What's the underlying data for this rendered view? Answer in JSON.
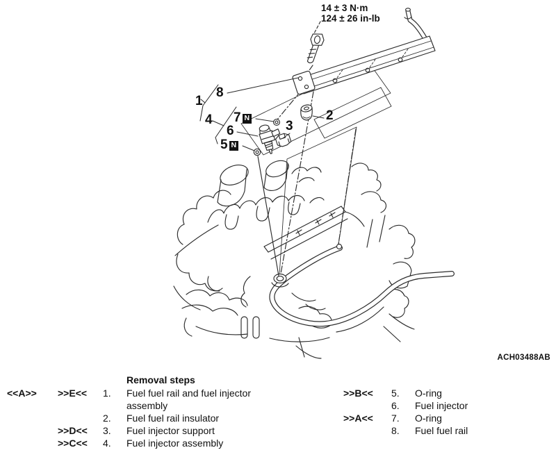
{
  "colors": {
    "line": "#2b2b2b",
    "text": "#111111",
    "n_box_bg": "#111111",
    "n_box_text": "#ffffff"
  },
  "torque_label": {
    "line1": "14 ± 3 N·m",
    "line2": "124 ± 26 in-lb"
  },
  "figure_code": "ACH03488AB",
  "callouts": {
    "c1": "1",
    "c2": "2",
    "c3": "3",
    "c4": "4",
    "c5": "5",
    "c6": "6",
    "c7": "7",
    "c8": "8",
    "n_symbol": "N"
  },
  "legend": {
    "heading": "Removal steps",
    "left": [
      {
        "pre": "<<A>>",
        "mid": ">>E<<",
        "num": "1.",
        "text": "Fuel fuel rail and fuel injector assembly"
      },
      {
        "pre": "",
        "mid": "",
        "num": "2.",
        "text": "Fuel fuel rail insulator"
      },
      {
        "pre": "",
        "mid": ">>D<<",
        "num": "3.",
        "text": "Fuel injector support"
      },
      {
        "pre": "",
        "mid": ">>C<<",
        "num": "4.",
        "text": "Fuel injector assembly"
      }
    ],
    "right": [
      {
        "mid": ">>B<<",
        "num": "5.",
        "text": "O-ring"
      },
      {
        "mid": "",
        "num": "6.",
        "text": "Fuel injector"
      },
      {
        "mid": ">>A<<",
        "num": "7.",
        "text": "O-ring"
      },
      {
        "mid": "",
        "num": "8.",
        "text": "Fuel fuel rail"
      }
    ]
  }
}
